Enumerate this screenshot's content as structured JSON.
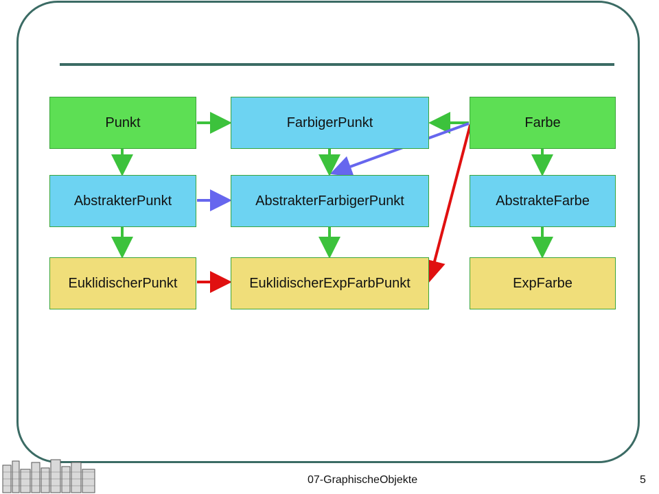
{
  "diagram": {
    "boxes": {
      "punkt": "Punkt",
      "farbiger_punkt": "FarbigerPunkt",
      "farbe": "Farbe",
      "abstrakter_punkt": "AbstrakterPunkt",
      "abstrakter_farbiger_punkt": "AbstrakterFarbigerPunkt",
      "abstrakte_farbe": "AbstrakteFarbe",
      "euklidischer_punkt": "EuklidischerPunkt",
      "euklidischer_exp_farb_punkt": "EuklidischerExpFarbPunkt",
      "exp_farbe": "ExpFarbe"
    },
    "colors": {
      "concrete_box": "#5ddf54",
      "abstract_box": "#6dd3f2",
      "leaf_box": "#f0de7a",
      "arrow_green": "#3cc23c",
      "arrow_blue": "#6666ee",
      "arrow_red": "#e01010"
    }
  },
  "footer": {
    "title": "07-GraphischeObjekte",
    "page_number": "5"
  }
}
